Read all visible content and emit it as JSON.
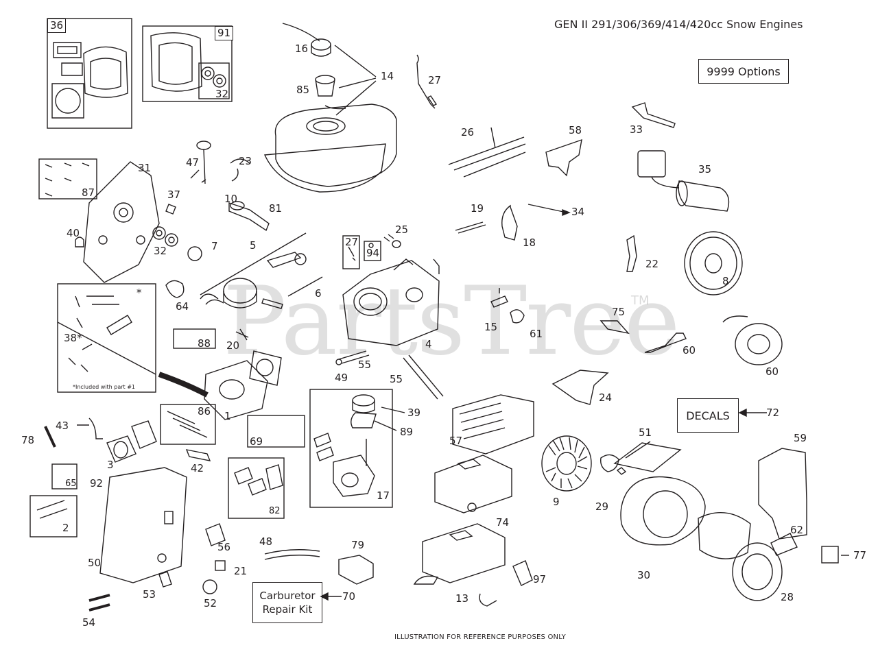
{
  "header": {
    "title": "GEN II 291/306/369/414/420cc Snow Engines"
  },
  "options_label": "9999  Options",
  "decals_label": "DECALS",
  "carb_kit": {
    "line1": "Carburetor",
    "line2": "Repair Kit"
  },
  "footer_note": "ILLUSTRATION FOR REFERENCE PURPOSES ONLY",
  "included_note": "*Included with part #1",
  "watermark": "PartsTree",
  "watermark_tm": "TM",
  "boxed_numbers": {
    "b36": "36",
    "b91": "91",
    "b32": "32",
    "b87": "87",
    "b88": "88",
    "b86": "86",
    "b69": "69",
    "b82": "82",
    "b65": "65",
    "b2": "2",
    "b94": "94",
    "b27b": "27",
    "b17": "17",
    "b38": "38*",
    "b_star": "*"
  },
  "part_numbers": {
    "n16": "16",
    "n14": "14",
    "n85": "85",
    "n27": "27",
    "n26": "26",
    "n58": "58",
    "n33": "33",
    "n35": "35",
    "n31": "31",
    "n47": "47",
    "n23": "23",
    "n37": "37",
    "n10": "10",
    "n81": "81",
    "n40": "40",
    "n32": "32",
    "n7": "7",
    "n5": "5",
    "n6": "6",
    "n19": "19",
    "n34": "34",
    "n18": "18",
    "n25": "25",
    "n22": "22",
    "n8": "8",
    "n64": "64",
    "n20": "20",
    "n15": "15",
    "n61": "61",
    "n75": "75",
    "n4": "4",
    "n60a": "60",
    "n60b": "60",
    "n49": "49",
    "n55a": "55",
    "n55b": "55",
    "n1": "1",
    "n24": "24",
    "n39": "39",
    "n89": "89",
    "n57": "57",
    "n72": "72",
    "n78": "78",
    "n43": "43",
    "n3": "3",
    "n42": "42",
    "n92": "92",
    "n51": "51",
    "n59": "59",
    "n9": "9",
    "n29": "29",
    "n74": "74",
    "n62": "62",
    "n30": "30",
    "n77": "77",
    "n50": "50",
    "n56": "56",
    "n48": "48",
    "n79": "79",
    "n21": "21",
    "n53": "53",
    "n52": "52",
    "n70": "70",
    "n13": "13",
    "n97": "97",
    "n28": "28",
    "n54": "54"
  }
}
